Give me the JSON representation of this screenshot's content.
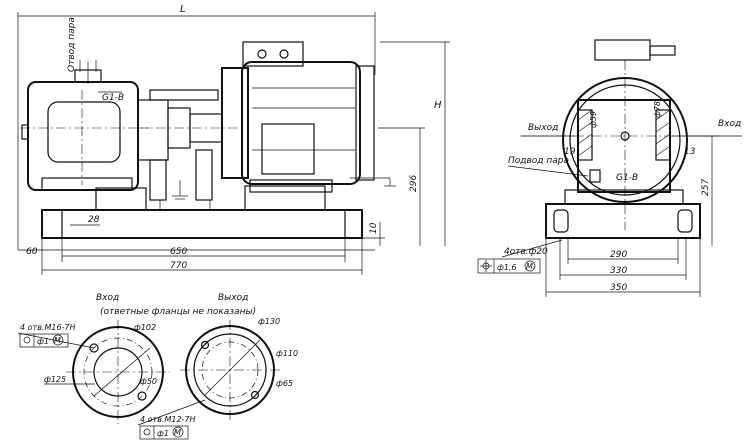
{
  "side_view": {
    "dim_L": "L",
    "dim_H": "H",
    "label_steam_outlet": "Отвод пара",
    "label_g1b": "G1-B",
    "dim_296": "296",
    "dim_28": "28",
    "dim_10": "10",
    "dim_60": "60",
    "dim_650": "650",
    "dim_770": "770"
  },
  "end_view": {
    "label_outlet": "Выход",
    "label_inlet": "Вход",
    "label_steam_supply": "Подвод пара",
    "label_g1b": "G1-B",
    "dim_59": "ф59",
    "dim_78": "ф78",
    "dim_19": "19",
    "dim_13": "13",
    "dim_257": "257",
    "holes": "4отв.ф20",
    "tolerance": "ф1,6",
    "tolerance_mod": "M",
    "dim_290": "290",
    "dim_330": "330",
    "dim_350": "350"
  },
  "flanges": {
    "title_inlet": "Вход",
    "subtitle": "(ответные фланцы не показаны)",
    "title_outlet": "Выход",
    "inlet": {
      "holes": "4 отв.М16-7Н",
      "tolerance": "ф1",
      "tolerance_mod": "M",
      "d1": "ф102",
      "d2": "ф125",
      "d3": "ф50"
    },
    "outlet": {
      "holes": "4 отв.М12-7Н",
      "tolerance": "ф1",
      "tolerance_mod": "M",
      "d1": "ф130",
      "d2": "ф110",
      "d3": "ф65"
    }
  }
}
